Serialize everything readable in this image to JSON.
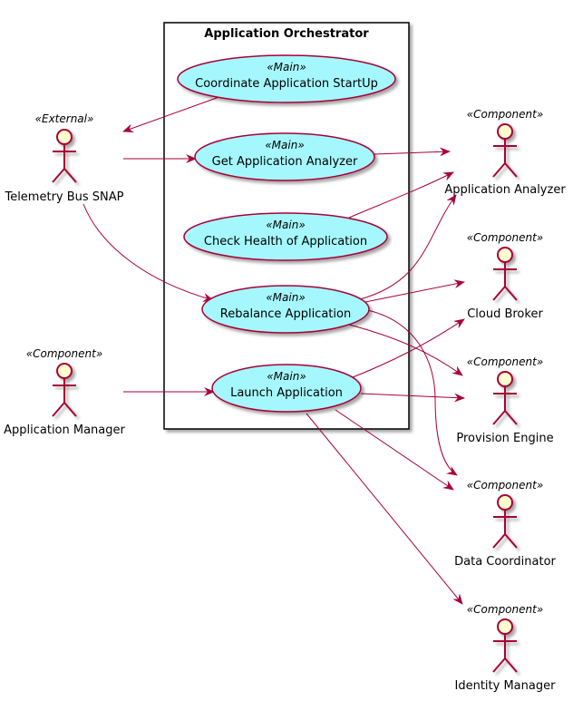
{
  "diagram": {
    "colors": {
      "line": "#A80036",
      "usecase_fill": "#A4F8FD",
      "actor_fill": "#FEFECE",
      "border": "#000000"
    },
    "system": {
      "title": "Application Orchestrator"
    },
    "usecases": [
      {
        "id": "coordinate",
        "stereotype": "«Main»",
        "label": "Coordinate Application StartUp"
      },
      {
        "id": "getanalyzer",
        "stereotype": "«Main»",
        "label": "Get Application Analyzer"
      },
      {
        "id": "checkhealth",
        "stereotype": "«Main»",
        "label": "Check Health of Application"
      },
      {
        "id": "rebalance",
        "stereotype": "«Main»",
        "label": "Rebalance Application"
      },
      {
        "id": "launch",
        "stereotype": "«Main»",
        "label": "Launch Application"
      }
    ],
    "actors": [
      {
        "id": "telemetry",
        "stereotype": "«External»",
        "label": "Telemetry Bus SNAP"
      },
      {
        "id": "appmanager",
        "stereotype": "«Component»",
        "label": "Application Manager"
      },
      {
        "id": "analyzer",
        "stereotype": "«Component»",
        "label": "Application Analyzer"
      },
      {
        "id": "cloudbroker",
        "stereotype": "«Component»",
        "label": "Cloud Broker"
      },
      {
        "id": "provision",
        "stereotype": "«Component»",
        "label": "Provision Engine"
      },
      {
        "id": "datacoord",
        "stereotype": "«Component»",
        "label": "Data Coordinator"
      },
      {
        "id": "identity",
        "stereotype": "«Component»",
        "label": "Identity Manager"
      }
    ],
    "edges": [
      {
        "from": "coordinate",
        "to": "telemetry"
      },
      {
        "from": "telemetry",
        "to": "getanalyzer"
      },
      {
        "from": "telemetry",
        "to": "rebalance"
      },
      {
        "from": "getanalyzer",
        "to": "analyzer"
      },
      {
        "from": "checkhealth",
        "to": "analyzer"
      },
      {
        "from": "rebalance",
        "to": "analyzer"
      },
      {
        "from": "rebalance",
        "to": "cloudbroker"
      },
      {
        "from": "rebalance",
        "to": "provision"
      },
      {
        "from": "rebalance",
        "to": "datacoord"
      },
      {
        "from": "appmanager",
        "to": "launch"
      },
      {
        "from": "launch",
        "to": "cloudbroker"
      },
      {
        "from": "launch",
        "to": "provision"
      },
      {
        "from": "launch",
        "to": "datacoord"
      },
      {
        "from": "launch",
        "to": "identity"
      }
    ]
  }
}
